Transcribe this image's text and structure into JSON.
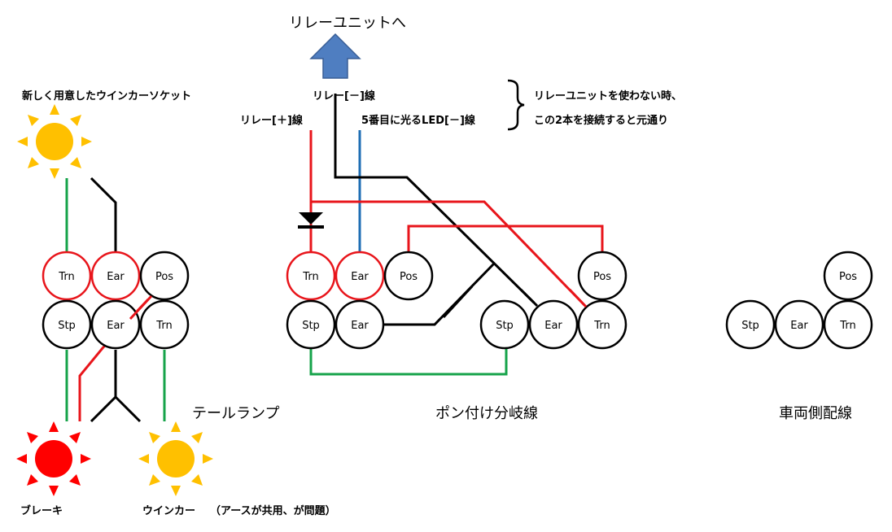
{
  "header": {
    "relay_unit_to": "リレーユニットへ"
  },
  "labels": {
    "new_socket": "新しく用意したウインカーソケット",
    "relay_minus": "リレー[－]線",
    "relay_plus": "リレー[＋]線",
    "led_minus": "5番目に光るLED[－]線",
    "note_line1": "リレーユニットを使わない時、",
    "note_line2": "この2本を接続すると元通り",
    "brake": "ブレーキ",
    "winker": "ウインカー",
    "problem": "（アースが共用、が問題）"
  },
  "sections": {
    "tail_lamp": "テールランプ",
    "branch": "ポン付け分岐線",
    "vehicle": "車両側配線"
  },
  "pins": {
    "trn": "Trn",
    "ear": "Ear",
    "pos": "Pos",
    "stp": "Stp"
  },
  "colors": {
    "red_wire": "#e8151b",
    "black_wire": "#000000",
    "green_wire": "#16a34a",
    "blue_wire": "#1e6eb4",
    "arrow_fill": "#4f7ec1",
    "sun_yellow": "#ffc000",
    "sun_red": "#ff0000"
  }
}
